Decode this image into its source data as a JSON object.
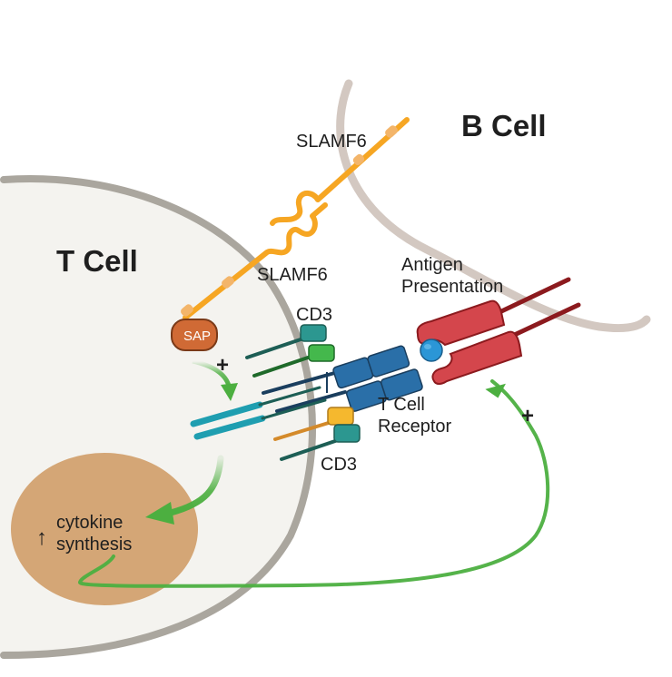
{
  "diagram": {
    "title": "SLAMF6 and TCR signaling between T cell and B cell",
    "cells": {
      "t_cell": {
        "label": "T Cell"
      },
      "b_cell": {
        "label": "B Cell"
      }
    },
    "labels": {
      "slamf6_top": "SLAMF6",
      "slamf6_bottom": "SLAMF6",
      "sap": "SAP",
      "cd3_top": "CD3",
      "cd3_bottom": "CD3",
      "antigen_presentation_line1": "Antigen",
      "antigen_presentation_line2": "Presentation",
      "tcr_line1": "T Cell",
      "tcr_line2": "Receptor",
      "cytokine_line1": "cytokine",
      "cytokine_line2": "synthesis",
      "up_arrow": "↑",
      "plus_sap": "+",
      "plus_feedback": "+"
    },
    "colors": {
      "t_cell_fill": "#f4f3ef",
      "t_cell_membrane": "#aaa69e",
      "b_cell_membrane": "#d3c8c1",
      "nucleus": "#d4a676",
      "slamf6": "#f6a623",
      "slamf6_bead": "#f3b56a",
      "sap_fill": "#d06a35",
      "sap_stroke": "#7a3a18",
      "tcr_blue": "#2a6fa8",
      "tcr_dark": "#1a3e5e",
      "cd3_teal": "#2c9790",
      "cd3_green": "#44b84c",
      "cd3_yellow": "#f5b82e",
      "cd3_orange_stem": "#d48a2a",
      "cd3_stem_dark": "#1d5e55",
      "signal_teal": "#1f9eb0",
      "mhc_red": "#d4464c",
      "mhc_dark": "#8c1a1e",
      "antigen_blue": "#2b96d6",
      "arrow_green": "#4caf40"
    }
  }
}
